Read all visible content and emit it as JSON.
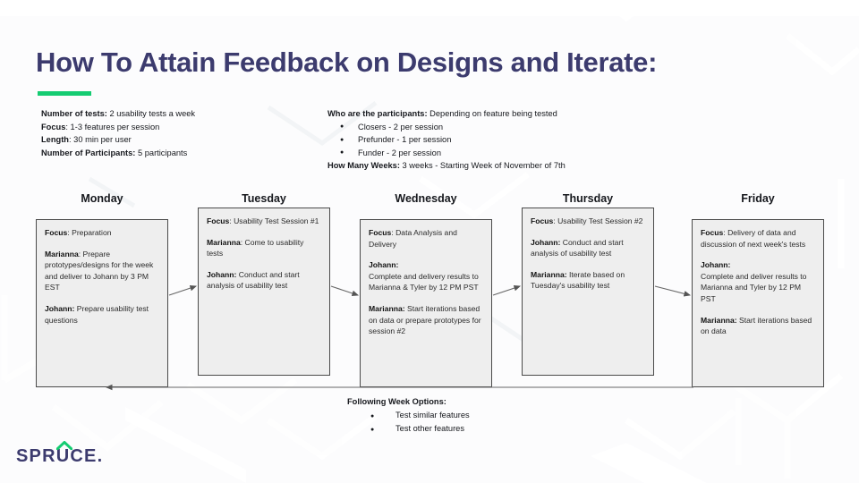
{
  "slide": {
    "title": "How To Attain Feedback on Designs and Iterate:",
    "accent_color": "#15cc72",
    "title_color": "#3c3b6e",
    "background_color": "#fcfcfd"
  },
  "meta_left": {
    "lines": [
      {
        "label": "Number of tests:",
        "value": " 2 usability tests a week"
      },
      {
        "label": "Focus",
        "value": ": 1-3 features per session"
      },
      {
        "label": "Length",
        "value": ": 30 min per user"
      },
      {
        "label": "Number of Participants:",
        "value": " 5 participants"
      }
    ]
  },
  "meta_right": {
    "participants_label": "Who are the participants:",
    "participants_value": " Depending on feature being tested",
    "participants": [
      "Closers - 2 per session",
      "Prefunder - 1 per session",
      "Funder - 2 per session"
    ],
    "weeks_label": "How Many Weeks:",
    "weeks_value": " 3 weeks - Starting Week of November of 7th"
  },
  "week": {
    "days": [
      {
        "name": "Monday",
        "blocks": [
          {
            "label": "Focus",
            "text": ": Preparation"
          },
          {
            "label": "Marianna",
            "text": ": Prepare prototypes/designs for the week and deliver to Johann by 3 PM EST"
          },
          {
            "label": "Johann:",
            "text": " Prepare usability test questions"
          }
        ]
      },
      {
        "name": "Tuesday",
        "blocks": [
          {
            "label": "Focus",
            "text": ": Usability Test Session #1"
          },
          {
            "label": "Marianna",
            "text": ": Come to usability tests"
          },
          {
            "label": "Johann:",
            "text": " Conduct and start analysis of usability test"
          }
        ]
      },
      {
        "name": "Wednesday",
        "blocks": [
          {
            "label": "Focus",
            "text": ": Data Analysis and Delivery"
          },
          {
            "label": "Johann:",
            "text": "\nComplete and delivery results to Marianna & Tyler by 12 PM PST"
          },
          {
            "label": "Marianna:",
            "text": " Start iterations based on data or prepare prototypes for session #2"
          }
        ]
      },
      {
        "name": "Thursday",
        "blocks": [
          {
            "label": "Focus",
            "text": ": Usability Test Session #2"
          },
          {
            "label": "Johann:",
            "text": " Conduct and start analysis of usability test"
          },
          {
            "label": "Marianna:",
            "text": " Iterate based on Tuesday's usability test"
          }
        ]
      },
      {
        "name": "Friday",
        "blocks": [
          {
            "label": "Focus",
            "text": ": Delivery of data and discussion of next week's tests"
          },
          {
            "label": "Johann:",
            "text": "\nComplete and deliver results to Marianna and Tyler by 12 PM PST"
          },
          {
            "label": "Marianna:",
            "text": " Start iterations based on data"
          }
        ]
      }
    ]
  },
  "footer": {
    "options_label": "Following Week Options:",
    "options": [
      "Test similar features",
      "Test other features"
    ]
  },
  "logo": {
    "text": "SPRUCE",
    "dot": ".",
    "chevron_color": "#15cc72",
    "text_color": "#3c3b6e"
  }
}
